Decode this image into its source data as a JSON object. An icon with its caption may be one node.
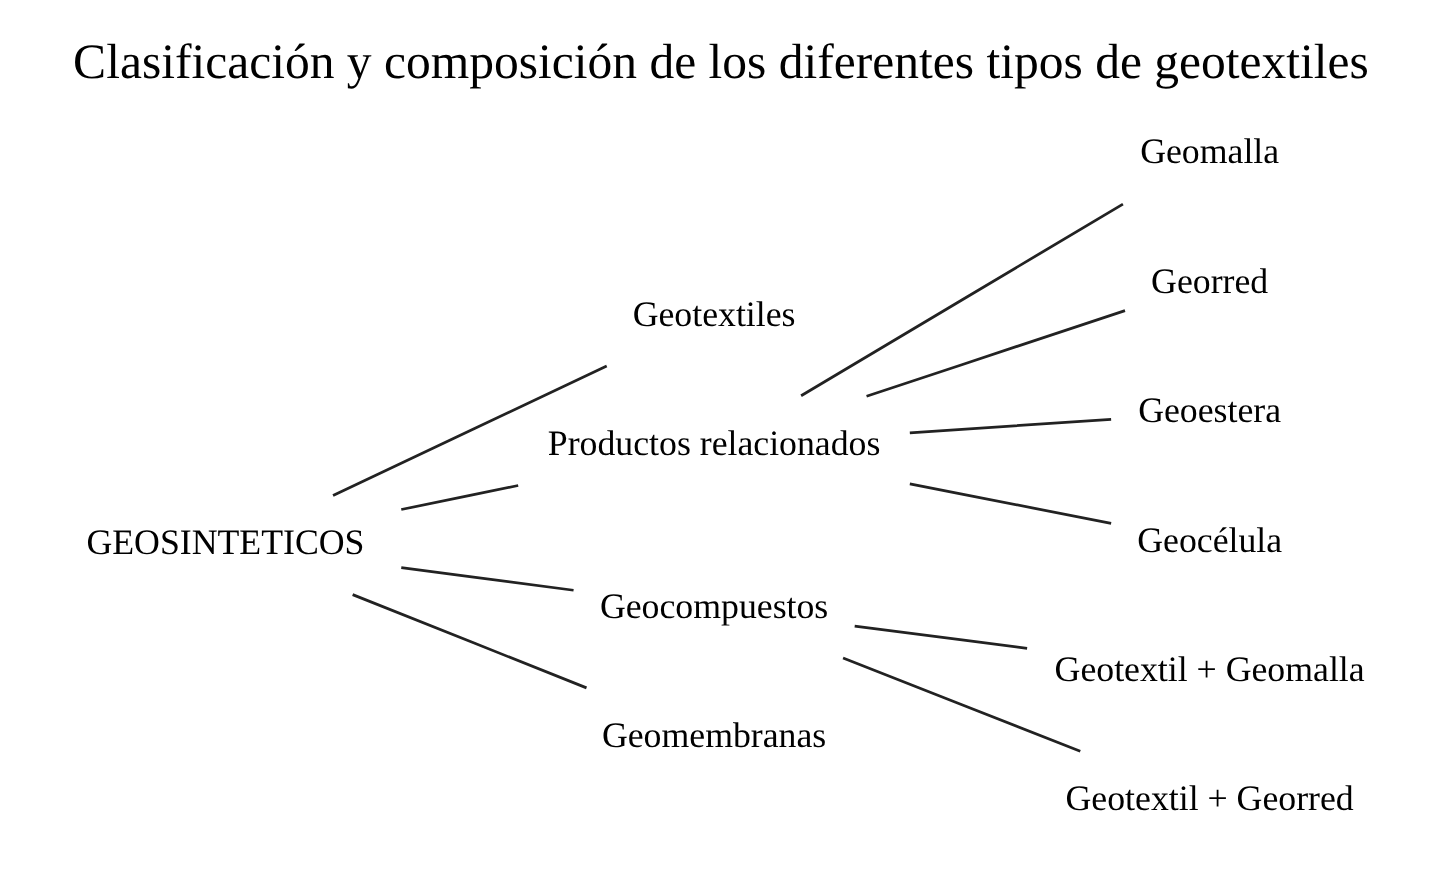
{
  "diagram": {
    "title": "Clasificación y composición de los diferentes tipos de geotextiles",
    "nodes": [
      {
        "text": [
          "GEOSINTETICOS"
        ]
      },
      {
        "text": [
          "Geotextiles"
        ]
      },
      {
        "text": [
          "Productos relacionados"
        ]
      },
      {
        "text": [
          "Geomalla"
        ]
      },
      {
        "text": [
          "Georred"
        ]
      },
      {
        "text": [
          "Geoestera"
        ]
      },
      {
        "text": [
          "Geocélula"
        ]
      },
      {
        "text": [
          "Geocompuestos"
        ]
      },
      {
        "text": [
          "Geotextil + Geomalla"
        ]
      },
      {
        "text": [
          "Geotextil + Georred"
        ]
      },
      {
        "text": [
          "Geomembranas"
        ]
      }
    ],
    "edges": [
      {
        "from": 0,
        "to": 1,
        "arrow": "none"
      },
      {
        "from": 0,
        "to": 2,
        "arrow": "none"
      },
      {
        "from": 0,
        "to": 7,
        "arrow": "none"
      },
      {
        "from": 0,
        "to": 10,
        "arrow": "none"
      },
      {
        "from": 2,
        "to": 3,
        "arrow": "none"
      },
      {
        "from": 2,
        "to": 4,
        "arrow": "none"
      },
      {
        "from": 2,
        "to": 5,
        "arrow": "none"
      },
      {
        "from": 2,
        "to": 6,
        "arrow": "none"
      },
      {
        "from": 7,
        "to": 8,
        "arrow": "none"
      },
      {
        "from": 7,
        "to": 9,
        "arrow": "none"
      }
    ]
  }
}
